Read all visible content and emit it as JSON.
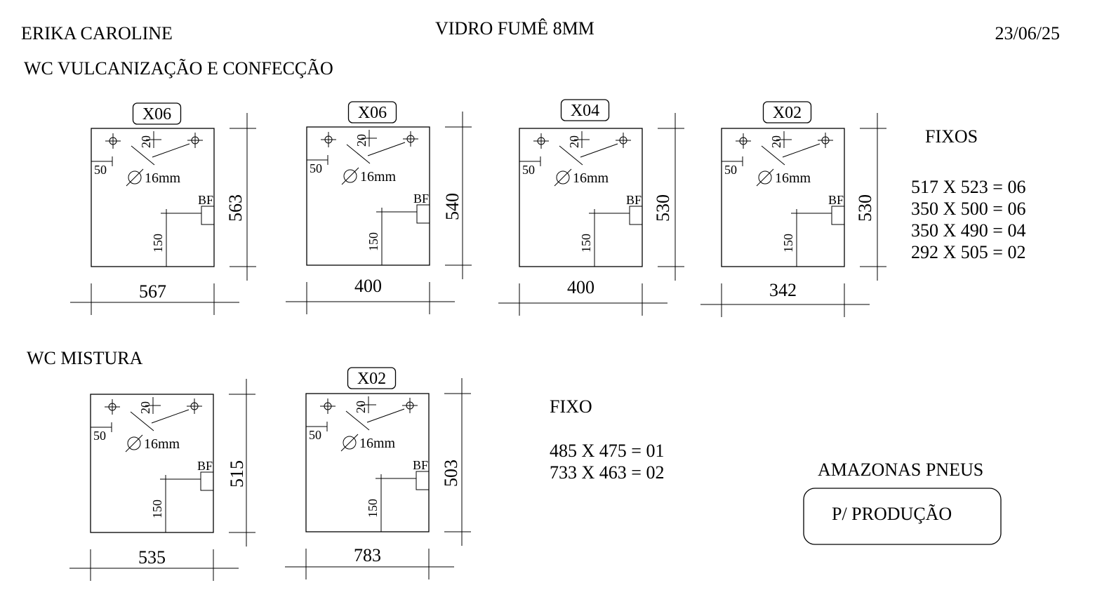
{
  "header": {
    "client": "ERIKA CAROLINE",
    "material": "VIDRO FUMÊ 8MM",
    "date": "23/06/25"
  },
  "sections": [
    {
      "title": "WC VULCANIZAÇÃO E CONFECÇÃO",
      "panels": [
        {
          "qty": "X06",
          "width": "567",
          "height": "563"
        },
        {
          "qty": "X06",
          "width": "400",
          "height": "540"
        },
        {
          "qty": "X04",
          "width": "400",
          "height": "530"
        },
        {
          "qty": "X02",
          "width": "342",
          "height": "530"
        }
      ],
      "fixed_title": "FIXOS",
      "fixed": [
        "517 X 523 = 06",
        "350 X 500 = 06",
        "350 X 490 = 04",
        "292 X 505 = 02"
      ]
    },
    {
      "title": "WC MISTURA",
      "panels": [
        {
          "qty": "",
          "width": "535",
          "height": "515"
        },
        {
          "qty": "X02",
          "width": "783",
          "height": "503"
        }
      ],
      "fixed_title": "FIXO",
      "fixed": [
        "485 X 475 = 01",
        "733 X 463 = 02"
      ]
    }
  ],
  "panel_labels": {
    "hole_offset_top": "20",
    "hole_offset_side": "50",
    "hole_diameter": "16mm",
    "bf_label": "BF",
    "bf_offset": "150"
  },
  "footer": {
    "customer": "AMAZONAS PNEUS",
    "status": "P/ PRODUÇÃO"
  }
}
